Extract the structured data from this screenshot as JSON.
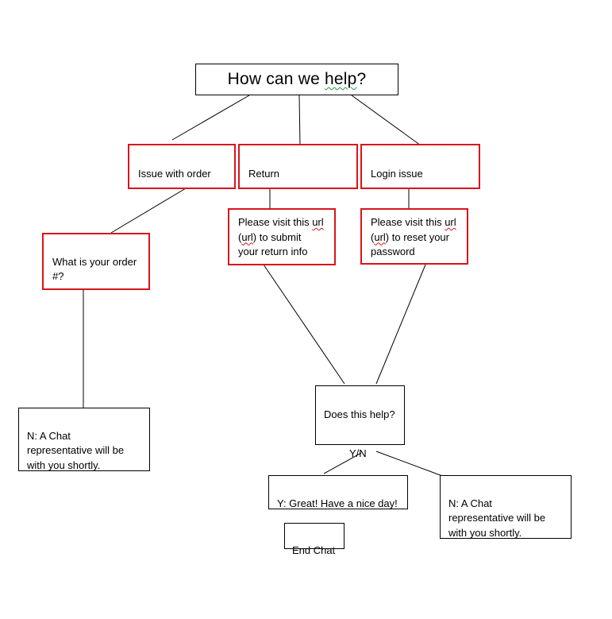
{
  "title": "How can we help?",
  "nodes": {
    "issue_with_order": "Issue with order",
    "return": "Return",
    "login_issue": "Login issue",
    "order_number": "What is your order\n#?",
    "return_url_pre": "Please visit this ",
    "return_url_url": "url",
    "return_url_mid": "\n(",
    "return_url_url2": "url",
    "return_url_post": ") to submit\nyour return info",
    "login_url_pre": "Please visit this ",
    "login_url_url": "url",
    "login_url_mid": "\n(",
    "login_url_url2": "url",
    "login_url_post": ") to reset your\npassword",
    "chat_rep_left": "N: A Chat\nrepresentative will be\nwith you shortly.",
    "does_this_help": "Does this help?",
    "yes_no": "Y/N",
    "great": "Y: Great! Have a nice day!",
    "chat_rep_right": "N: A Chat\nrepresentative will be\nwith you shortly.",
    "end_chat": "End Chat"
  },
  "colors": {
    "highlight_border": "#d9141b",
    "line": "#000000"
  }
}
